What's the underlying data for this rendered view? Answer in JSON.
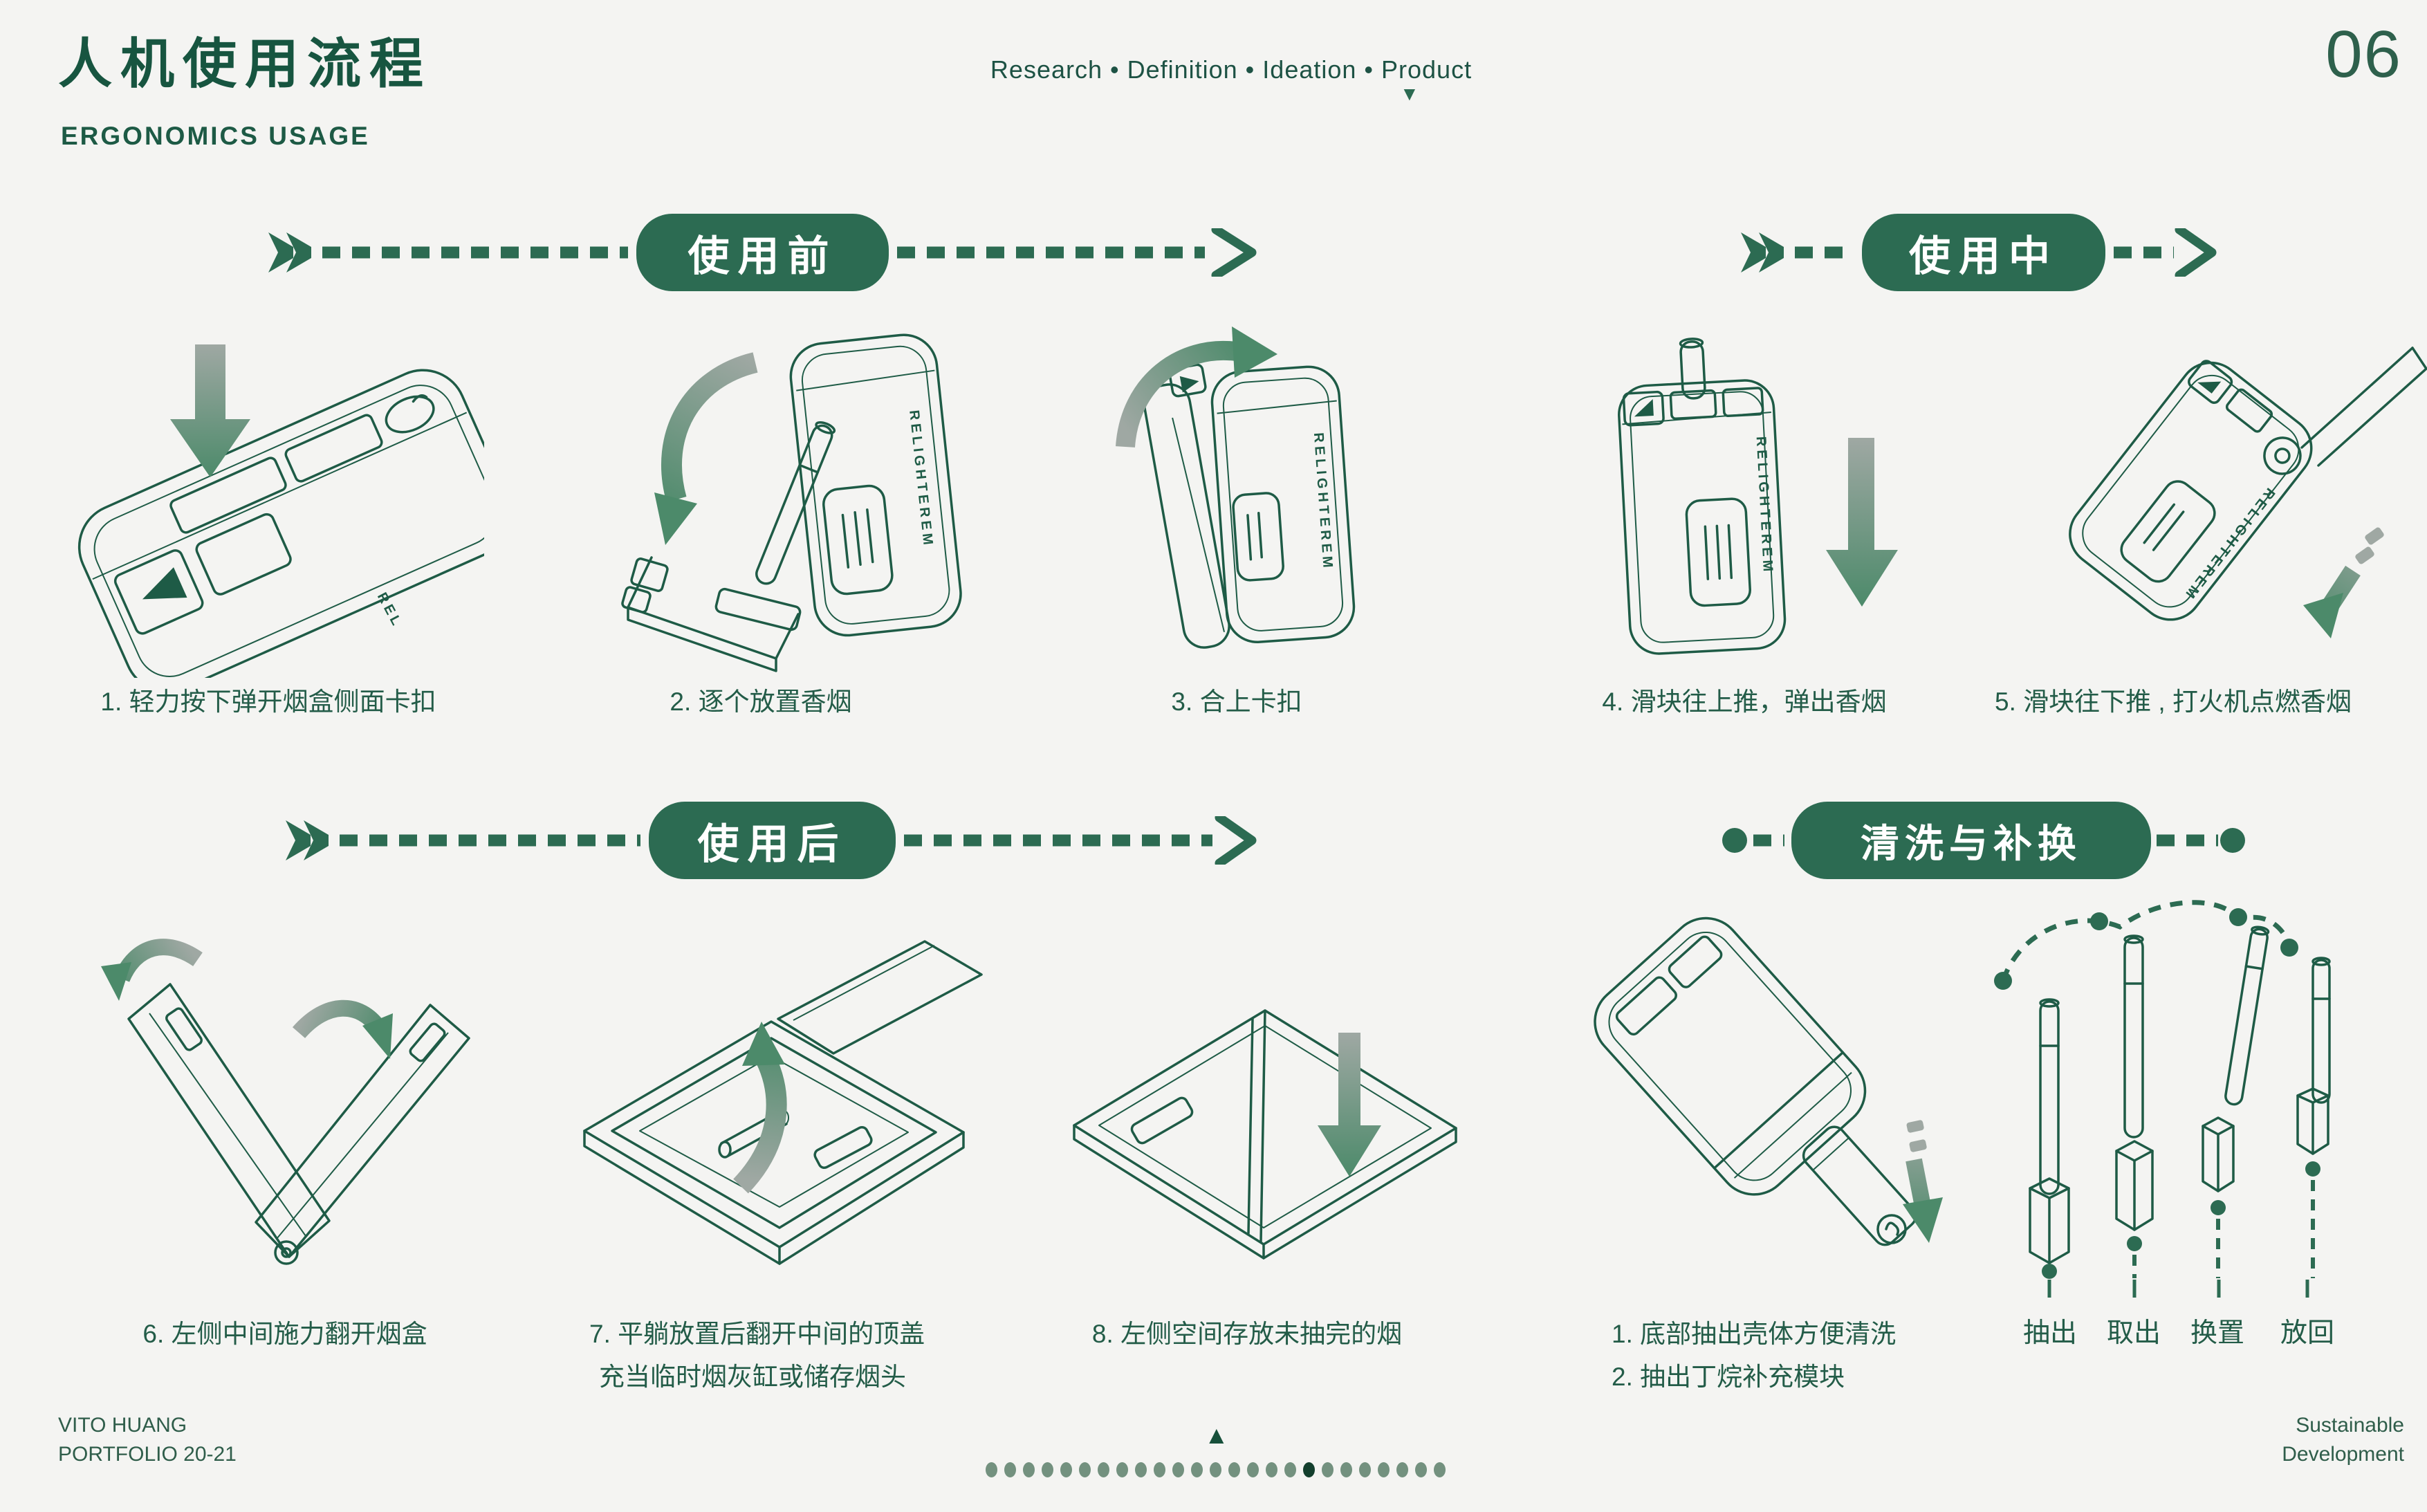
{
  "page": {
    "title": "人机使用流程",
    "subtitle": "ERGONOMICS USAGE",
    "number": "06"
  },
  "process_nav": {
    "label": "Research • Definition • Ideation • Product",
    "marker": "▼"
  },
  "product": {
    "brand": "RELIGHTEREM"
  },
  "sections": [
    {
      "label": "使用前",
      "steps": [
        {
          "caption": "1. 轻力按下弹开烟盒侧面卡扣"
        },
        {
          "caption": "2. 逐个放置香烟"
        },
        {
          "caption": "3. 合上卡扣"
        }
      ]
    },
    {
      "label": "使用中",
      "steps": [
        {
          "caption": "4. 滑块往上推，弹出香烟"
        },
        {
          "caption": "5. 滑块往下推 , 打火机点燃香烟"
        }
      ]
    },
    {
      "label": "使用后",
      "steps": [
        {
          "caption": "6. 左侧中间施力翻开烟盒"
        },
        {
          "caption": "7. 平躺放置后翻开中间的顶盖",
          "caption2": "充当临时烟灰缸或储存烟头"
        },
        {
          "caption": "8. 左侧空间存放未抽完的烟"
        }
      ]
    },
    {
      "label": "清洗与补换",
      "steps": [
        {
          "caption": "1. 底部抽出壳体方便清洗"
        },
        {
          "caption": "2. 抽出丁烷补充模块"
        }
      ],
      "actions": [
        "抽出",
        "取出",
        "换置",
        "放回"
      ]
    }
  ],
  "footer": {
    "left": [
      "VITO HUANG",
      "PORTFOLIO 20-21"
    ],
    "right": [
      "Sustainable",
      "Development"
    ],
    "progress": {
      "count": 25,
      "active_index": 17,
      "marker": "▲"
    }
  },
  "colors": {
    "background": "#f4f4f2",
    "ink_green": "#1e5b46",
    "pill_green": "#2c6b52",
    "title_green": "#175540",
    "sage_dot": "#73917f",
    "active_dot": "#133f2d",
    "arrow_gray": "#9fa8a3",
    "arrow_green": "#4c8a6a"
  }
}
